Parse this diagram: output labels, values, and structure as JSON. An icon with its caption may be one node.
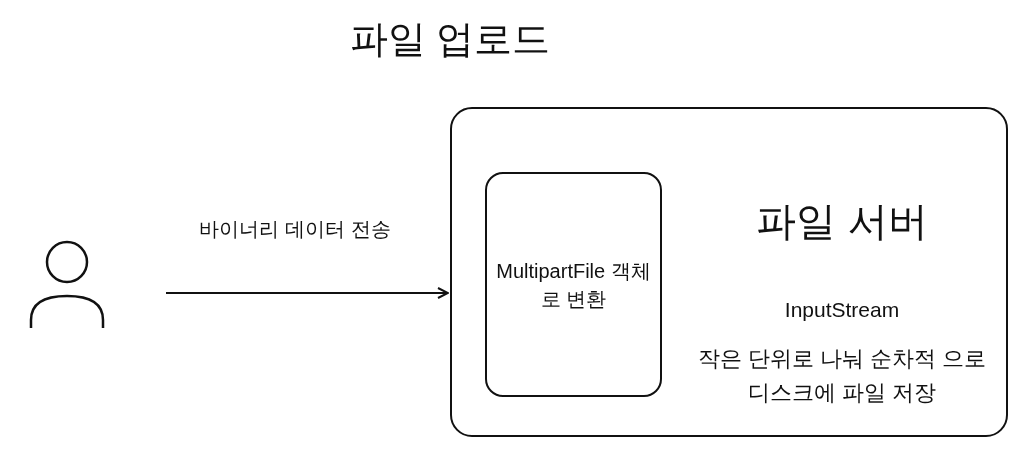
{
  "diagram": {
    "title": "파일 업로드",
    "nodes": [
      {
        "text": [],
        "shape": "person"
      },
      {
        "text": [
          "파일 서버",
          "InputStream",
          "작은 단위로 나눠 순차적 으로 디스크에 파일 저장"
        ]
      },
      {
        "text": [
          "MultipartFile 객체로 변환"
        ],
        "in": 1
      }
    ],
    "edges": [
      {
        "from": 0,
        "to": 1,
        "arrow": "to",
        "label": "바이너리 데이터 전송"
      }
    ]
  }
}
